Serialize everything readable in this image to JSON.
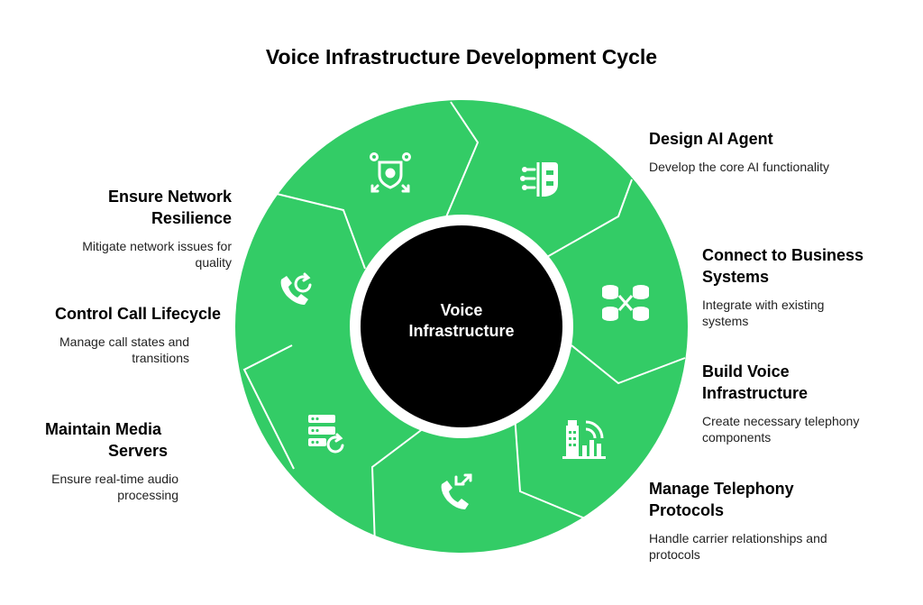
{
  "title": "Voice Infrastructure Development Cycle",
  "center": {
    "line1": "Voice",
    "line2": "Infrastructure"
  },
  "colors": {
    "segment": "#33cc66",
    "divider": "#ffffff",
    "center": "#000000",
    "text": "#000000"
  },
  "steps": [
    {
      "head1": "Design AI Agent",
      "head2": "",
      "desc1": "Develop the core AI functionality",
      "desc2": "",
      "icon": "ai-chip-brain-icon"
    },
    {
      "head1": "Connect to Business",
      "head2": "Systems",
      "desc1": "Integrate with existing",
      "desc2": "systems",
      "icon": "database-link-icon"
    },
    {
      "head1": "Build Voice",
      "head2": "Infrastructure",
      "desc1": "Create necessary telephony",
      "desc2": "components",
      "icon": "tower-signal-icon"
    },
    {
      "head1": "Manage Telephony",
      "head2": "Protocols",
      "desc1": "Handle carrier relationships and",
      "desc2": "protocols",
      "icon": "phone-forward-icon"
    },
    {
      "head1": "Maintain Media",
      "head2": "Servers",
      "desc1": "Ensure real-time audio",
      "desc2": "processing",
      "icon": "server-refresh-icon"
    },
    {
      "head1": "Control Call Lifecycle",
      "head2": "",
      "desc1": "Manage call states and",
      "desc2": "transitions",
      "icon": "phone-refresh-icon"
    },
    {
      "head1": "Ensure Network",
      "head2": "Resilience",
      "desc1": "Mitigate network issues for",
      "desc2": "quality",
      "icon": "shield-network-icon"
    }
  ]
}
